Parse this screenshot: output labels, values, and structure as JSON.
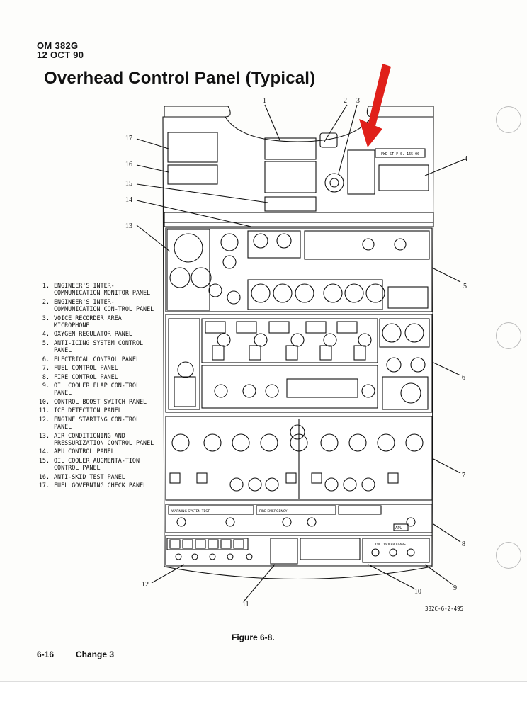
{
  "header": {
    "doc_id": "OM 382G",
    "date": "12 OCT 90"
  },
  "title": "Overhead  Control Panel (Typical)",
  "legend": [
    {
      "num": "1.",
      "text": "ENGINEER'S INTER-COMMUNICATION MONITOR PANEL"
    },
    {
      "num": "2.",
      "text": "ENGINEER'S INTER-COMMUNICATION CON-TROL PANEL"
    },
    {
      "num": "3.",
      "text": "VOICE RECORDER AREA MICROPHONE"
    },
    {
      "num": "4.",
      "text": "OXYGEN REGULATOR PANEL"
    },
    {
      "num": "5.",
      "text": "ANTI-ICING SYSTEM CONTROL PANEL"
    },
    {
      "num": "6.",
      "text": "ELECTRICAL CONTROL PANEL"
    },
    {
      "num": "7.",
      "text": "FUEL CONTROL PANEL"
    },
    {
      "num": "8.",
      "text": "FIRE CONTROL PANEL"
    },
    {
      "num": "9.",
      "text": "OIL COOLER FLAP CON-TROL PANEL"
    },
    {
      "num": "10.",
      "text": "CONTROL BOOST SWITCH PANEL"
    },
    {
      "num": "11.",
      "text": "ICE DETECTION PANEL"
    },
    {
      "num": "12.",
      "text": "ENGINE STARTING CON-TROL PANEL"
    },
    {
      "num": "13.",
      "text": "AIR CONDITIONING AND PRESSURIZATION CONTROL PANEL"
    },
    {
      "num": "14.",
      "text": "APU CONTROL PANEL"
    },
    {
      "num": "15.",
      "text": "OIL COOLER AUGMENTA-TION CONTROL PANEL"
    },
    {
      "num": "16.",
      "text": "ANTI-SKID TEST PANEL"
    },
    {
      "num": "17.",
      "text": "FUEL GOVERNING CHECK PANEL"
    }
  ],
  "callouts": [
    "1",
    "2",
    "3",
    "4",
    "5",
    "6",
    "7",
    "8",
    "9",
    "10",
    "11",
    "12",
    "13",
    "14",
    "15",
    "16",
    "17"
  ],
  "diagram_labels": {
    "fire_test": "FIRE EMERGENCY",
    "warning_test": "WARNING SYSTEM TEST",
    "apu": "APU",
    "oil_cooler_flaps": "OIL COOLER FLAPS",
    "sta": "FWD ST F.S. 165.00"
  },
  "figure_code": "382C-6-2-495",
  "caption": "Figure 6-8.",
  "footer": {
    "page": "6-16",
    "change": "Change 3"
  },
  "colors": {
    "arrow": "#e0201a",
    "ink": "#111111",
    "paper": "#fdfdfb"
  }
}
